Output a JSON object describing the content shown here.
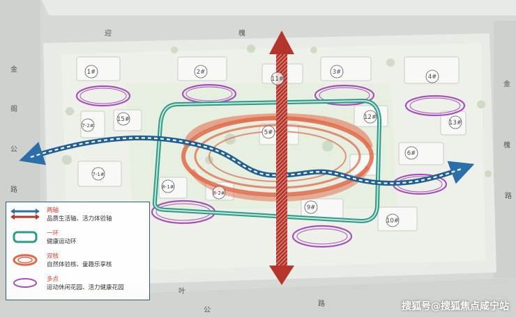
{
  "streets": {
    "top": [
      "迎",
      "槐"
    ],
    "left": [
      "金",
      "阁",
      "公",
      "路"
    ],
    "right": [
      "金",
      "槐",
      "路"
    ],
    "bottom_1": [
      "叶"
    ],
    "bottom_2": [
      "公",
      "路"
    ]
  },
  "buildings": [
    "1#",
    "2#",
    "3#",
    "4#",
    "5#",
    "6#",
    "7-1#",
    "7-2#",
    "8-1#",
    "8-2#",
    "9#",
    "10#",
    "11#",
    "12#",
    "13#",
    "15#"
  ],
  "legend": {
    "items": [
      {
        "title": "两轴",
        "desc": "品质生活轴、活力体验轴"
      },
      {
        "title": "一环",
        "desc": "健康运动环"
      },
      {
        "title": "双核",
        "desc": "自然体验核、童趣乐享核"
      },
      {
        "title": "多点",
        "desc": "运动休闲花园、活力健康花园"
      }
    ]
  },
  "watermark": "搜狐号@搜狐焦点咸宁站",
  "colors": {
    "axis_blue": "#2a6fa8",
    "axis_red": "#b5352b",
    "ring_green": "#2e9a87",
    "core_orange": "#e06a48",
    "point_purple": "#a94fbd",
    "legend_border": "#2b5e86",
    "legend_title": "#d8412f"
  }
}
